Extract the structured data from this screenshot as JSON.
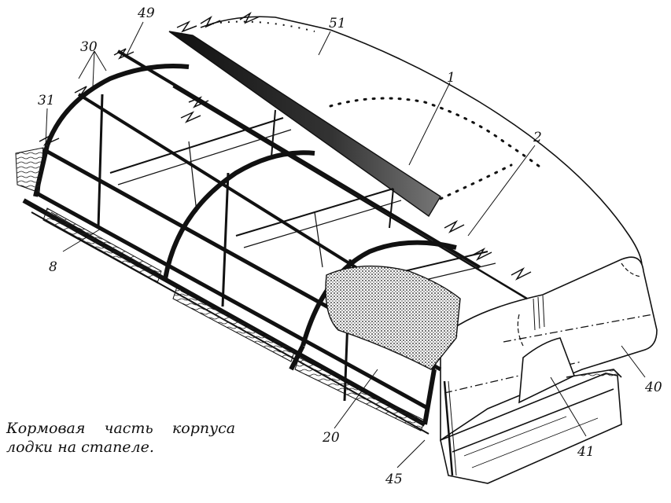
{
  "figure": {
    "caption_line1": "Кормовая    часть    корпуса",
    "caption_line2": "лодки на стапеле."
  },
  "callouts": [
    {
      "id": "49",
      "text": "49"
    },
    {
      "id": "51",
      "text": "51"
    },
    {
      "id": "30",
      "text": "30"
    },
    {
      "id": "31",
      "text": "31"
    },
    {
      "id": "1",
      "text": "1"
    },
    {
      "id": "2",
      "text": "2"
    },
    {
      "id": "8",
      "text": "8"
    },
    {
      "id": "20",
      "text": "20"
    },
    {
      "id": "40",
      "text": "40"
    },
    {
      "id": "41",
      "text": "41"
    },
    {
      "id": "45",
      "text": "45"
    }
  ],
  "colors": {
    "ink": "#111111",
    "paper": "#ffffff",
    "shade": "#555555"
  }
}
